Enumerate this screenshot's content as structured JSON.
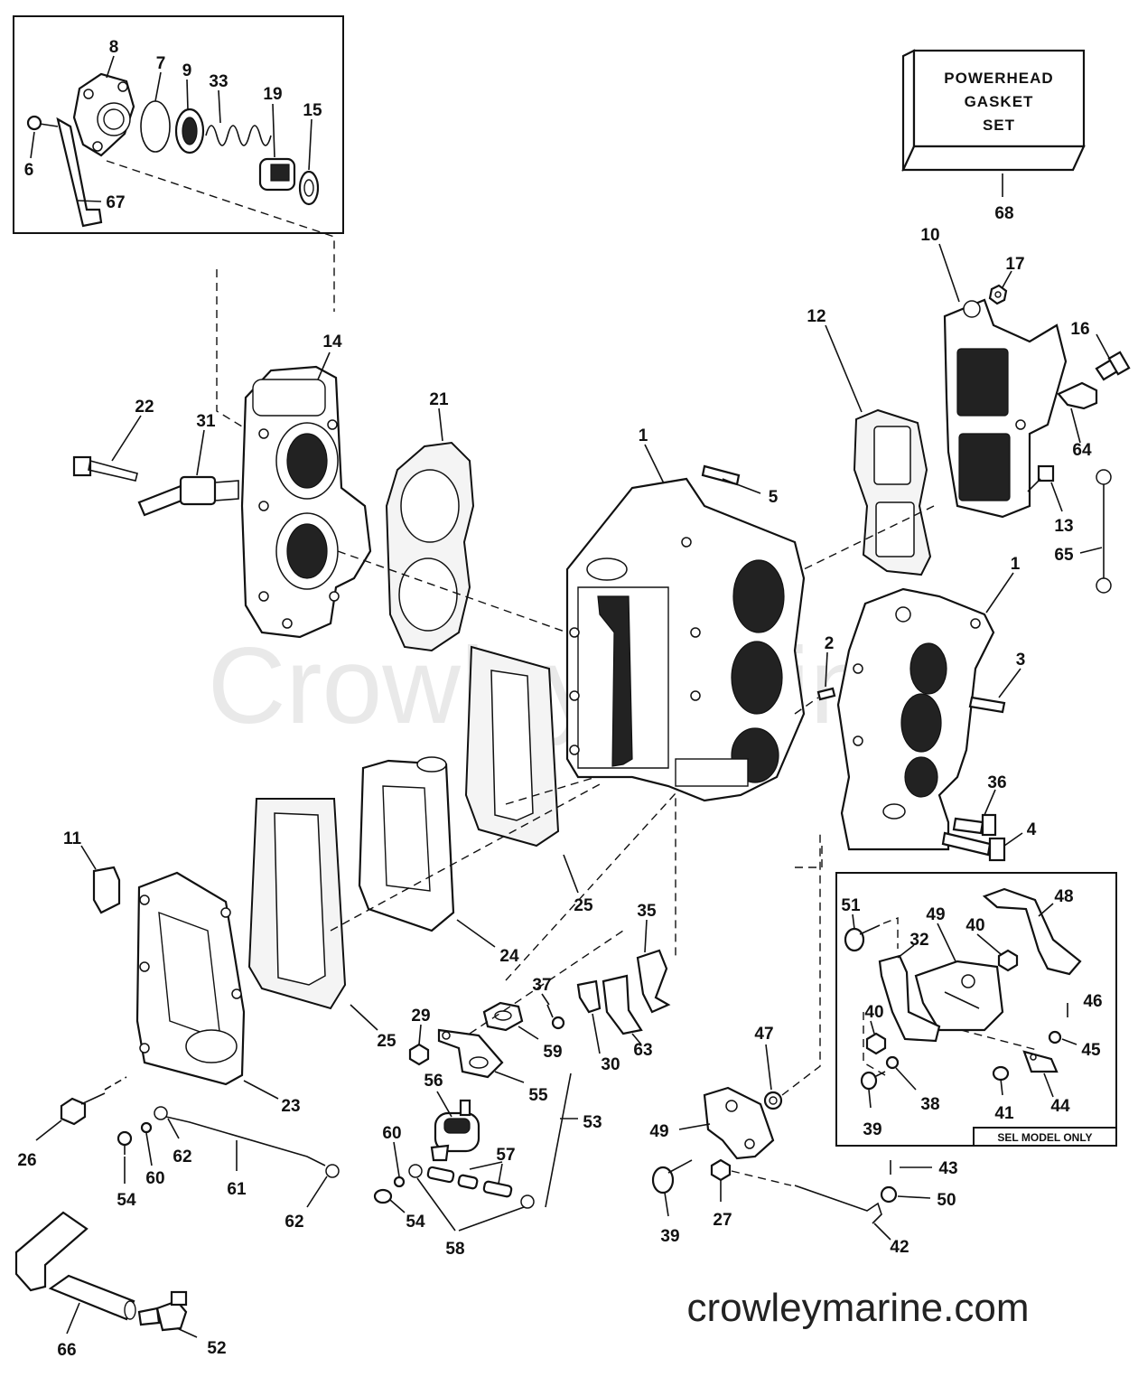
{
  "watermark": "CrowleyMarine",
  "site": "crowleymarine.com",
  "kit_box": {
    "line1": "POWERHEAD",
    "line2": "GASKET",
    "line3": "SET"
  },
  "inset_note": "SEL MODEL ONLY",
  "labels": {
    "p8": "8",
    "p7": "7",
    "p9": "9",
    "p33": "33",
    "p19": "19",
    "p15": "15",
    "p6": "6",
    "p67": "67",
    "p68": "68",
    "p10": "10",
    "p17": "17",
    "p12": "12",
    "p16": "16",
    "p64": "64",
    "p13": "13",
    "p65": "65",
    "p14": "14",
    "p22": "22",
    "p31": "31",
    "p21": "21",
    "p1a": "1",
    "p5": "5",
    "p1b": "1",
    "p2": "2",
    "p3": "3",
    "p36": "36",
    "p4": "4",
    "p11": "11",
    "p25a": "25",
    "p24": "24",
    "p25b": "25",
    "p35": "35",
    "p37": "37",
    "p29": "29",
    "p59": "59",
    "p30": "30",
    "p63": "63",
    "p55": "55",
    "p56": "56",
    "p53": "53",
    "p23": "23",
    "p26": "26",
    "p62a": "62",
    "p60a": "60",
    "p54a": "54",
    "p61": "61",
    "p62b": "62",
    "p60b": "60",
    "p57": "57",
    "p54b": "54",
    "p58": "58",
    "p66": "66",
    "p52": "52",
    "p47": "47",
    "p49a": "49",
    "p39a": "39",
    "p27": "27",
    "p42": "42",
    "p43": "43",
    "p50": "50",
    "p51": "51",
    "p49b": "49",
    "p48": "48",
    "p32": "32",
    "p40a": "40",
    "p40b": "40",
    "p46": "46",
    "p45": "45",
    "p38": "38",
    "p39b": "39",
    "p41": "41",
    "p44": "44"
  }
}
